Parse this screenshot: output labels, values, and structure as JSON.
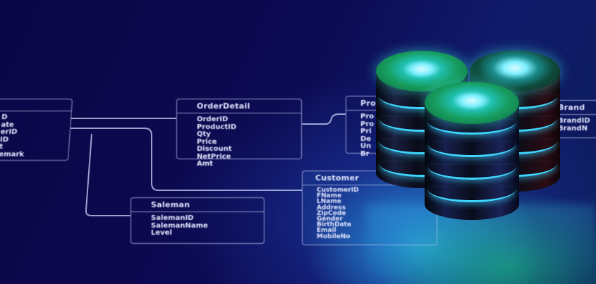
{
  "diagram": {
    "tables": [
      {
        "id": "left-partial",
        "title": "",
        "fields": [
          "D",
          "ate",
          "erID",
          "ID",
          "t",
          "emark"
        ]
      },
      {
        "id": "order-detail",
        "title": "OrderDetail",
        "fields": [
          "OrderID",
          "ProductID",
          "Qty",
          "Price",
          "Discount",
          "NetPrice",
          "Amt"
        ]
      },
      {
        "id": "product-partial",
        "title": "Pro",
        "fields": [
          "Pro",
          "Pro",
          "Pri",
          "De",
          "Un",
          "Br"
        ]
      },
      {
        "id": "brand-partial",
        "title": "Brand",
        "fields": [
          "BrandID",
          "BrandN"
        ]
      },
      {
        "id": "customer",
        "title": "Customer",
        "fields": [
          "CustomerID",
          "FName",
          "LName",
          "Address",
          "ZipCode",
          "Gender",
          "BirthDate",
          "Email",
          "MobileNo"
        ]
      },
      {
        "id": "saleman",
        "title": "Saleman",
        "fields": [
          "SalemanID",
          "SalemanName",
          "Level"
        ]
      }
    ],
    "database_icons": [
      "database-cylinder-back-left",
      "database-cylinder-back-right",
      "database-cylinder-front"
    ],
    "colors": {
      "background": "#0b0848",
      "line": "#bec8f0",
      "glow_ring": "#3fd7ff",
      "cylinder_top": "#179c5e",
      "floor_cyan": "#28aae6",
      "floor_green": "#18aa78"
    }
  }
}
